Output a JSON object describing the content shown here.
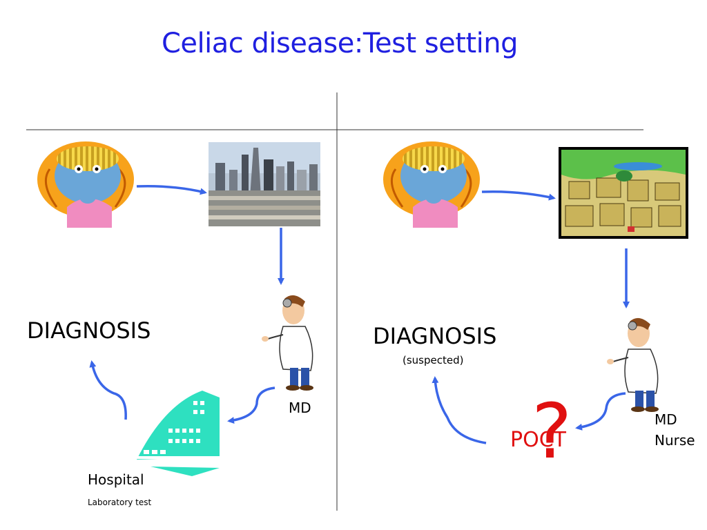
{
  "title": "Celiac disease:Test setting",
  "left": {
    "diagnosis": "DIAGNOSIS",
    "md_label": "MD",
    "hospital_label": "Hospital",
    "lab_label": "Laboratory test"
  },
  "right": {
    "diagnosis": "DIAGNOSIS",
    "diagnosis_sub": "(suspected)",
    "poct_label": "POCT",
    "question_mark": "?",
    "roles": [
      "MD",
      "Nurse"
    ]
  },
  "colors": {
    "title": "#1f1fe0",
    "arrow": "#3a66e8",
    "poct": "#e01010",
    "hospital": "#2ee0c0"
  }
}
